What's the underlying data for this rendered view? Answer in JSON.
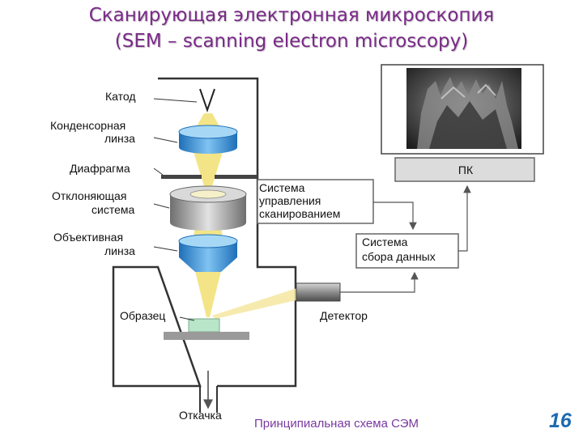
{
  "title": {
    "line1": "Сканирующая электронная микроскопия",
    "line2": "(SEM – scanning electron microscopy)"
  },
  "labels": {
    "cathode": "Катод",
    "condenser_line1": "Конденсорная",
    "condenser_line2": "линза",
    "aperture": "Диафрагма",
    "deflection_line1": "Отклоняющая",
    "deflection_line2": "система",
    "objective_line1": "Объективная",
    "objective_line2": "линза",
    "sample": "Образец",
    "pump": "Откачка",
    "detector": "Детектор"
  },
  "boxes": {
    "scan_control_line1": "Система",
    "scan_control_line2": "управления",
    "scan_control_line3": "сканированием",
    "data_acq_line1": "Система",
    "data_acq_line2": "сбора данных",
    "pc": "ПК"
  },
  "caption": "Принципиальная схема СЭМ",
  "page_number": "16",
  "colors": {
    "title": "#7a2a88",
    "caption": "#7a3aa0",
    "page_number": "#1c6ab0",
    "lens_blue": "#3a8fd8",
    "beam_yellow": "#f2e27a",
    "sample_green": "#b9e6c9"
  }
}
